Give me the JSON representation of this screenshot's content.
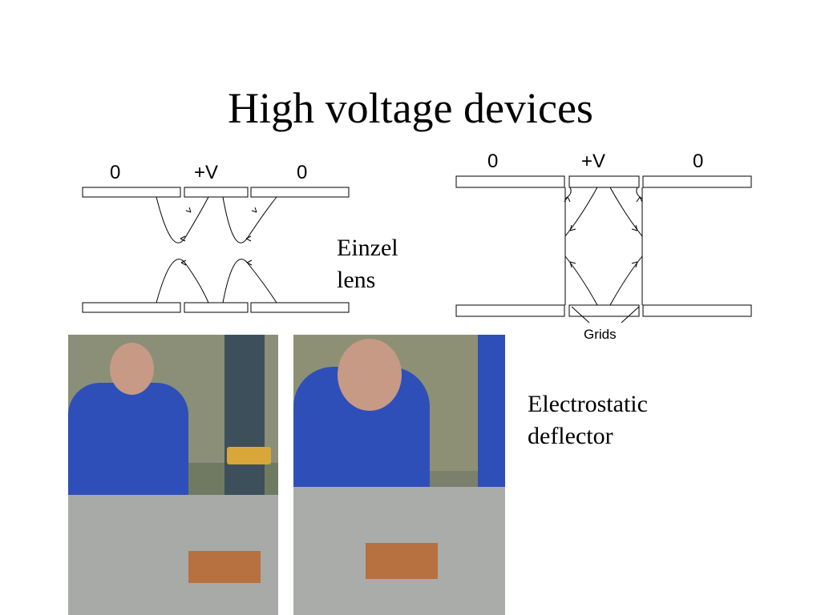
{
  "slide": {
    "title": "High voltage devices"
  },
  "einzel": {
    "labels": [
      "0",
      "+V",
      "0"
    ],
    "caption_line1": "Einzel",
    "caption_line2": "lens"
  },
  "deflector": {
    "labels": [
      "0",
      "+V",
      "0"
    ],
    "grids_label": "Grids",
    "caption_line1": "Electrostatic",
    "caption_line2": "deflector"
  },
  "photos": [
    {
      "name": "technician-photo-left"
    },
    {
      "name": "technician-photo-right"
    }
  ]
}
